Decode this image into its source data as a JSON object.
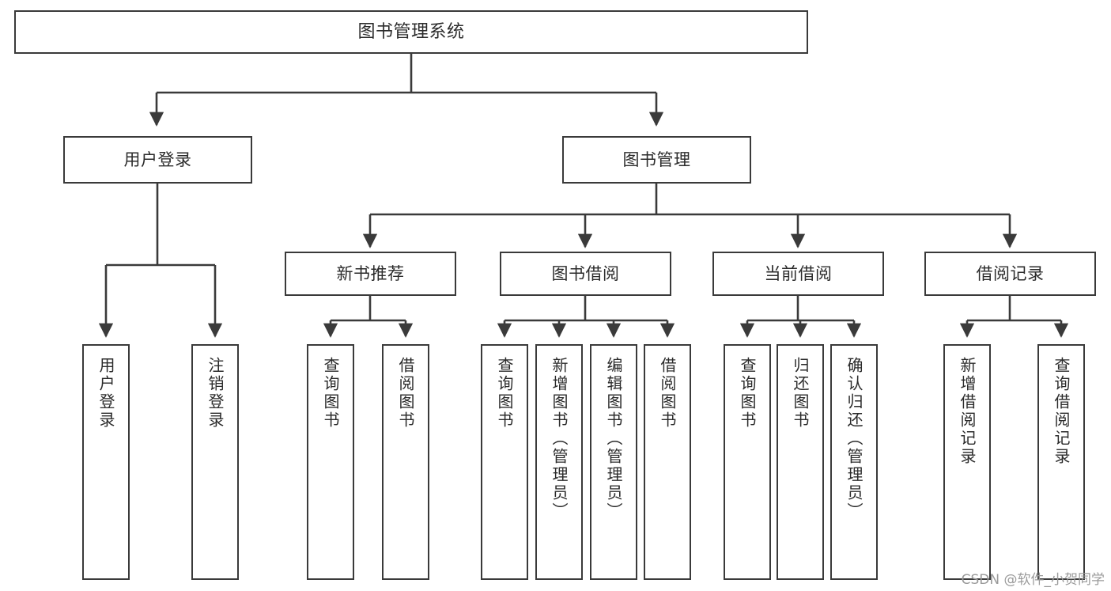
{
  "diagram": {
    "title": "图书管理系统",
    "type": "hierarchy-tree",
    "watermark": "CSDN @软件_小贺同学",
    "colors": {
      "border": "#3a3a3a",
      "fill": "#ffffff",
      "text": "#2b2b2b",
      "edge": "#3a3a3a",
      "watermark": "#9a9a9a"
    },
    "levels": {
      "root": "图书管理系统",
      "level2": [
        "用户登录",
        "图书管理"
      ],
      "level3": [
        "新书推荐",
        "图书借阅",
        "当前借阅",
        "借阅记录"
      ]
    },
    "nodes": {
      "root": {
        "label": "图书管理系统"
      },
      "user_login": {
        "label": "用户登录"
      },
      "book_mgmt": {
        "label": "图书管理"
      },
      "new_book_rec": {
        "label": "新书推荐"
      },
      "book_borrow": {
        "label": "图书借阅"
      },
      "current_borrow": {
        "label": "当前借阅"
      },
      "borrow_record": {
        "label": "借阅记录"
      },
      "leaf_user_login": {
        "label": "用户登录"
      },
      "leaf_logout": {
        "label": "注销登录"
      },
      "leaf_query_book_1": {
        "label": "查询图书"
      },
      "leaf_borrow_book_1": {
        "label": "借阅图书"
      },
      "leaf_query_book_2": {
        "label": "查询图书"
      },
      "leaf_add_book": {
        "label": "新增图书（管理员）"
      },
      "leaf_edit_book": {
        "label": "编辑图书（管理员）"
      },
      "leaf_borrow_book_2": {
        "label": "借阅图书"
      },
      "leaf_query_book_3": {
        "label": "查询图书"
      },
      "leaf_return_book": {
        "label": "归还图书"
      },
      "leaf_confirm_return": {
        "label": "确认归还（管理员）"
      },
      "leaf_add_record": {
        "label": "新增借阅记录"
      },
      "leaf_query_record": {
        "label": "查询借阅记录"
      }
    }
  }
}
